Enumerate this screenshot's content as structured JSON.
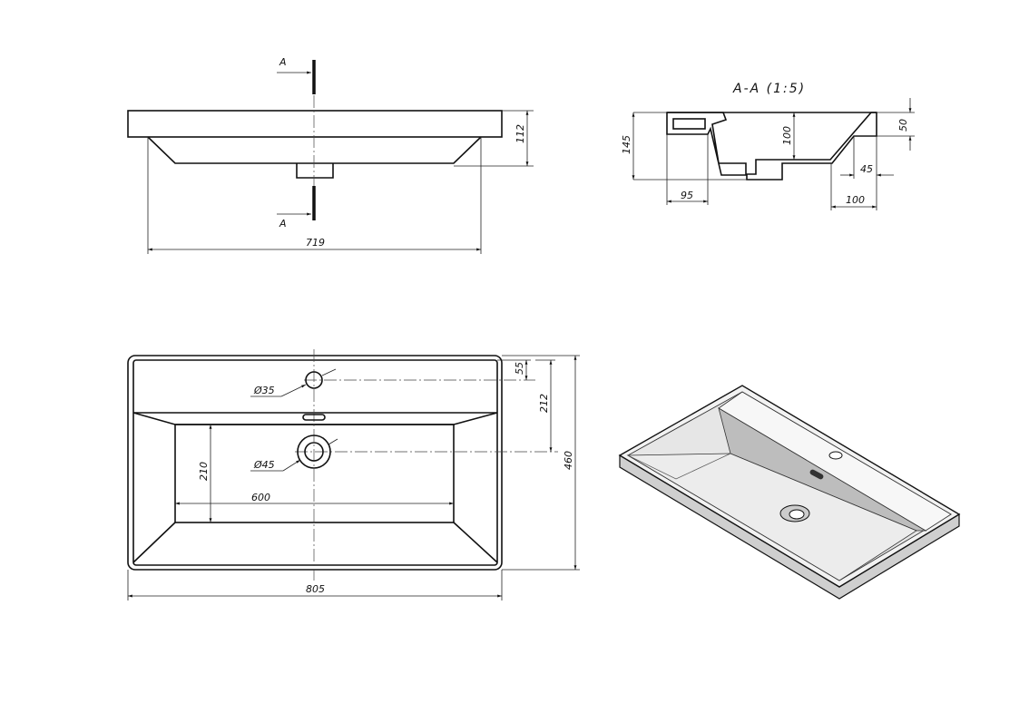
{
  "front_view": {
    "section_mark_top": "A",
    "section_mark_bottom": "A",
    "dim_height": "112",
    "dim_width": "719"
  },
  "section_view": {
    "title": "A-A (1:5)",
    "dim_total_height": "145",
    "dim_bowl_depth": "100",
    "dim_rim_height": "50",
    "dim_slope": "45",
    "dim_left_rim": "95",
    "dim_right": "100"
  },
  "plan_view": {
    "dim_tap_offset": "55",
    "dim_drain_offset": "212",
    "dim_depth": "460",
    "dim_width": "805",
    "dim_bowl_depth": "210",
    "dim_bowl_width": "600",
    "tap_hole_label": "Ø35",
    "drain_label": "Ø45"
  },
  "colors": {
    "line": "#111111",
    "iso_face": "#e6e6e6",
    "iso_shade": "#bdbdbd"
  }
}
